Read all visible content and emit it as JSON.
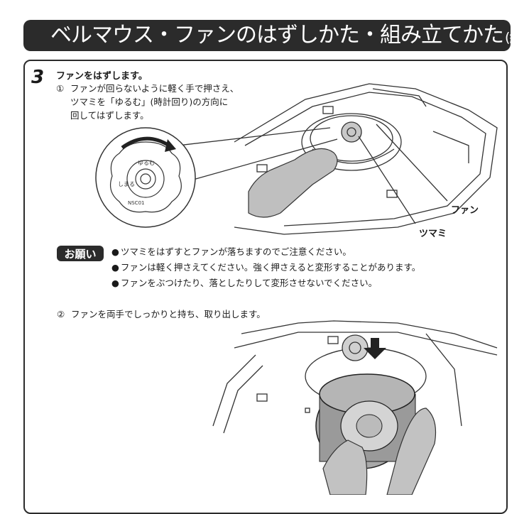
{
  "title": {
    "main": "ベルマウス・ファンのはずしかた・組み立てかた",
    "sub": "(続き)"
  },
  "step": {
    "number": "3",
    "heading": "ファンをはずします。",
    "sub1": {
      "marker": "①",
      "lines": [
        "ファンが回らないように軽く手で押さえ、",
        "ツマミを「ゆるむ」(時計回り)の方向に",
        "回してはずします。"
      ]
    },
    "labels": {
      "fan": "ファン",
      "knob": "ツマミ"
    },
    "knob_text": {
      "loosen": "ゆるむ",
      "tighten": "しまる",
      "code": "NSC01"
    },
    "notice": {
      "badge": "お願い",
      "items": [
        "ツマミをはずすとファンが落ちますのでご注意ください。",
        "ファンは軽く押さえてください。強く押さえると変形することがあります。",
        "ファンをぶつけたり、落としたりして変形させないでください。"
      ]
    },
    "sub2": {
      "marker": "②",
      "text": "ファンを両手でしっかりと持ち、取り出します。"
    }
  }
}
